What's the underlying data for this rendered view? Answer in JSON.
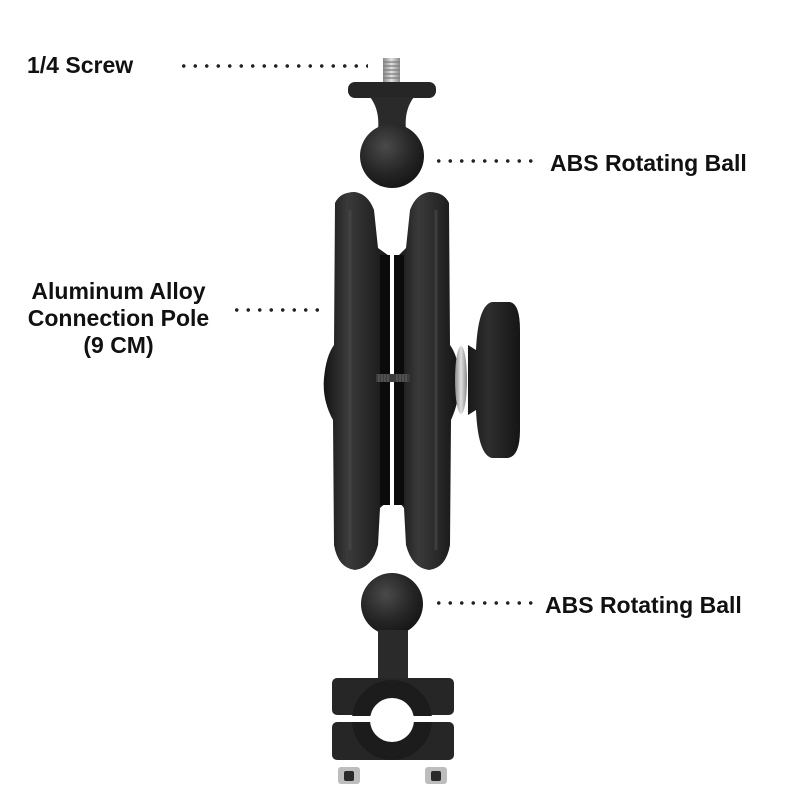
{
  "labels": {
    "screw": "1/4 Screw",
    "ball_top": "ABS Rotating Ball",
    "pole_line1": "Aluminum Alloy",
    "pole_line2": "Connection Pole",
    "pole_line3": "(9 CM)",
    "ball_bottom": "ABS Rotating Ball"
  },
  "colors": {
    "background": "#ffffff",
    "text": "#111111",
    "part_dark": "#1e1e1e",
    "part_mid": "#2c2c2c",
    "metal": "#b5b5b5"
  },
  "parts": [
    {
      "name": "1/4 screw mount",
      "icon": "screw-mount"
    },
    {
      "name": "ABS rotating ball (top)",
      "icon": "ball"
    },
    {
      "name": "aluminum alloy connection pole",
      "icon": "double-socket-arm"
    },
    {
      "name": "tightening knob",
      "icon": "knob"
    },
    {
      "name": "ABS rotating ball (bottom)",
      "icon": "ball"
    },
    {
      "name": "handlebar clamp",
      "icon": "clamp"
    }
  ]
}
